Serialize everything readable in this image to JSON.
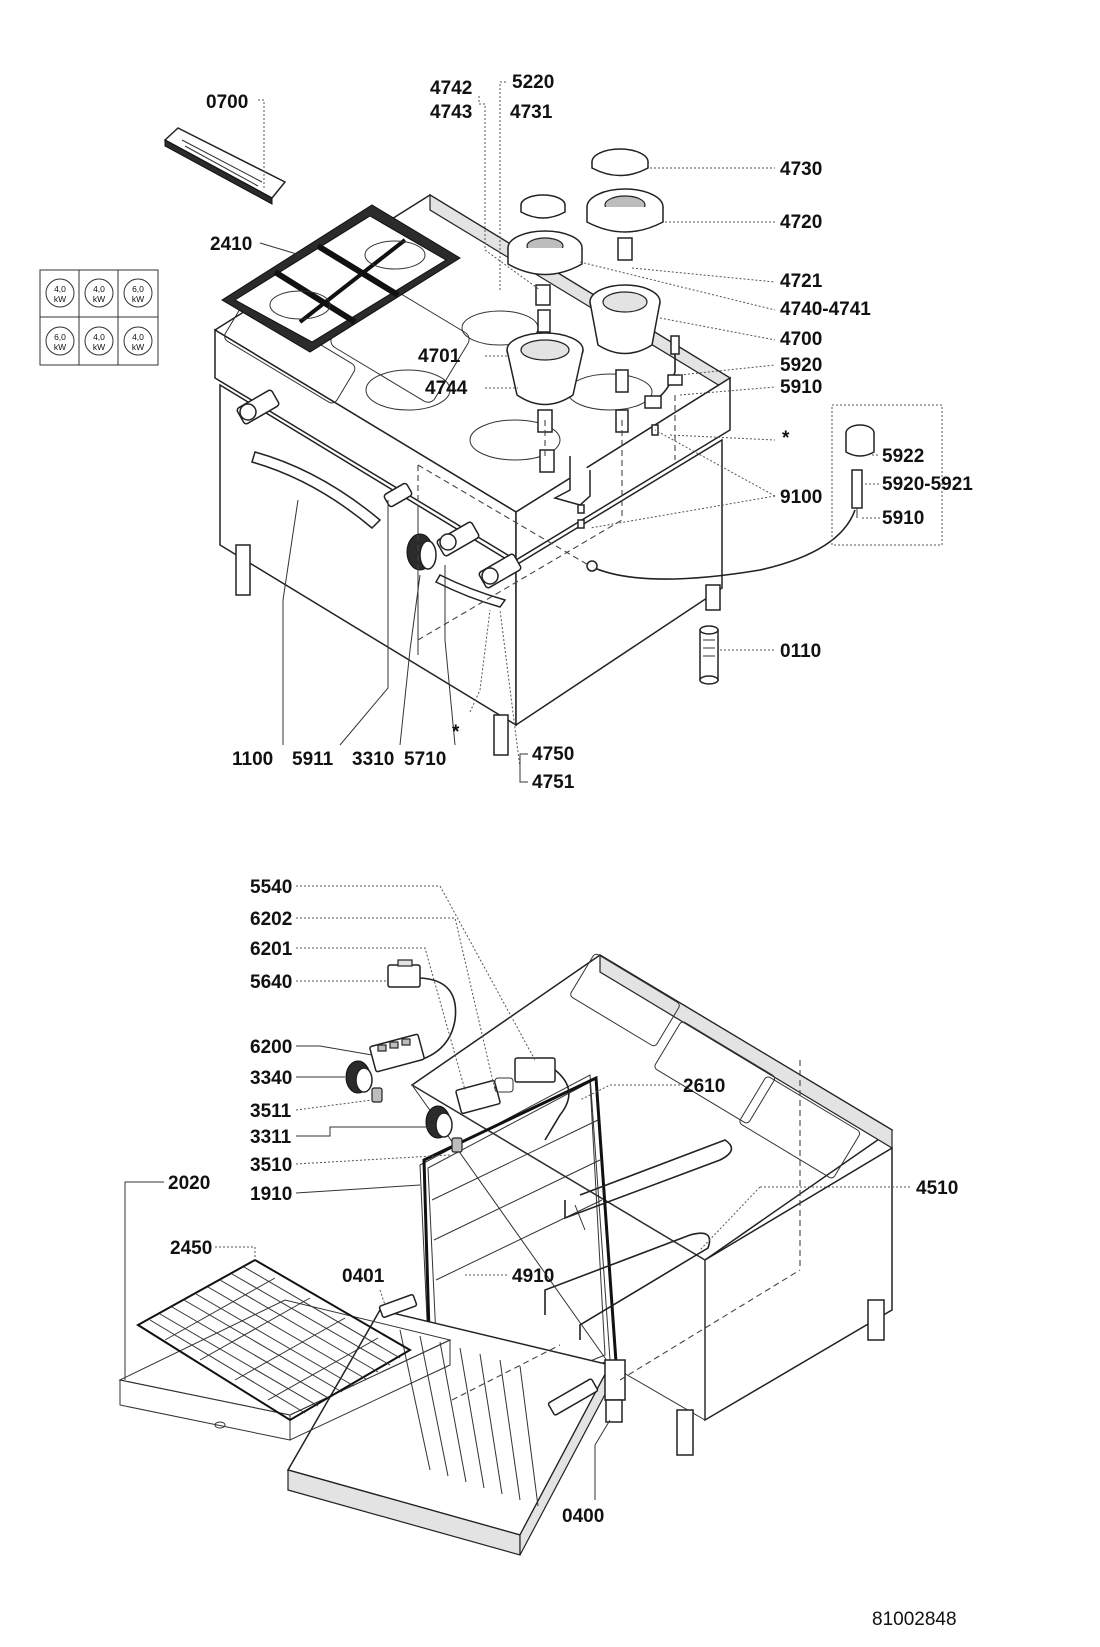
{
  "drawing_number": "81002848",
  "top_assembly": {
    "labels": {
      "l0700": "0700",
      "l2410": "2410",
      "l4742": "4742",
      "l4743": "4743",
      "l5220": "5220",
      "l4731": "4731",
      "l4730": "4730",
      "l4720": "4720",
      "l4721": "4721",
      "l4740": "4740-4741",
      "l4700": "4700",
      "l4701": "4701",
      "l5920": "5920",
      "l4744": "4744",
      "l5910": "5910",
      "star": "*",
      "l5922": "5922",
      "l5920_5921": "5920-5921",
      "l9100": "9100",
      "l5910b": "5910",
      "l0110": "0110",
      "l1100": "1100",
      "l5911": "5911",
      "l3310": "3310",
      "l5710": "5710",
      "star2": "*",
      "l4750": "4750",
      "l4751": "4751"
    },
    "power_grid": [
      {
        "value": "4,0",
        "unit": "kW"
      },
      {
        "value": "4,0",
        "unit": "kW"
      },
      {
        "value": "6,0",
        "unit": "kW"
      },
      {
        "value": "6,0",
        "unit": "kW"
      },
      {
        "value": "4,0",
        "unit": "kW"
      },
      {
        "value": "4,0",
        "unit": "kW"
      }
    ]
  },
  "bottom_assembly": {
    "labels": {
      "l5540": "5540",
      "l6202": "6202",
      "l6201": "6201",
      "l5640": "5640",
      "l6200": "6200",
      "l3340": "3340",
      "l3511": "3511",
      "l3311": "3311",
      "l3510": "3510",
      "l1910": "1910",
      "l2020": "2020",
      "l2450": "2450",
      "l0401": "0401",
      "l4910": "4910",
      "l2610": "2610",
      "l4510": "4510",
      "l0400": "0400"
    }
  }
}
